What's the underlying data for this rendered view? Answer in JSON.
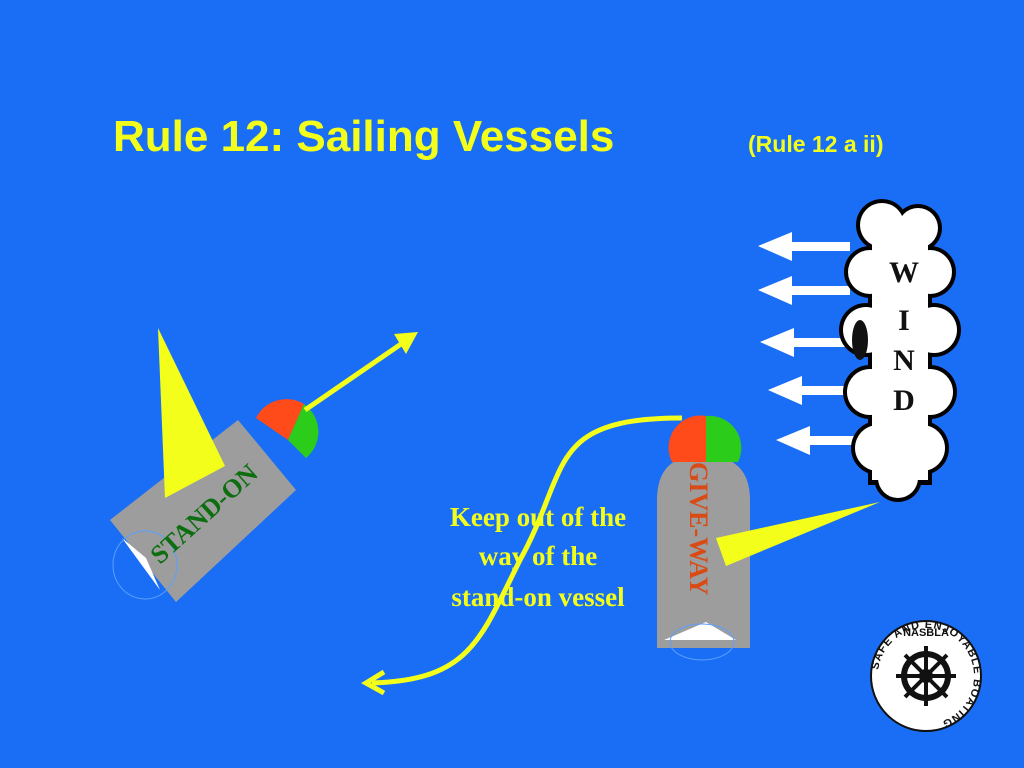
{
  "slide": {
    "title": "Rule 12: Sailing Vessels",
    "subtitle": "(Rule 12 a ii)",
    "wind_letters": [
      "W",
      "I",
      "N",
      "D"
    ],
    "stand_on_label": "STAND-ON",
    "give_way_label": "GIVE-WAY",
    "instruction_lines": [
      "Keep out of the",
      "way of the",
      "stand-on vessel"
    ],
    "logo": {
      "top_text": "NASBLA",
      "ring_text": "SAFE AND ENJOYABLE BOATING"
    }
  },
  "colors": {
    "background": "#1a6ef5",
    "title_yellow": "#f3ff1a",
    "hull_gray": "#9d9d9d",
    "port_red": "#ff4a1a",
    "starboard_green": "#2ccd1a",
    "stand_on_text": "#0d6e10",
    "give_way_text": "#d94a14",
    "wind_arrow": "#ffffff",
    "cloud": "#ffffff"
  },
  "icons": {
    "wind_cloud": "cloud-icon",
    "wind_arrows": "left-arrow-icon",
    "logo_center": "ship-wheel-icon"
  }
}
